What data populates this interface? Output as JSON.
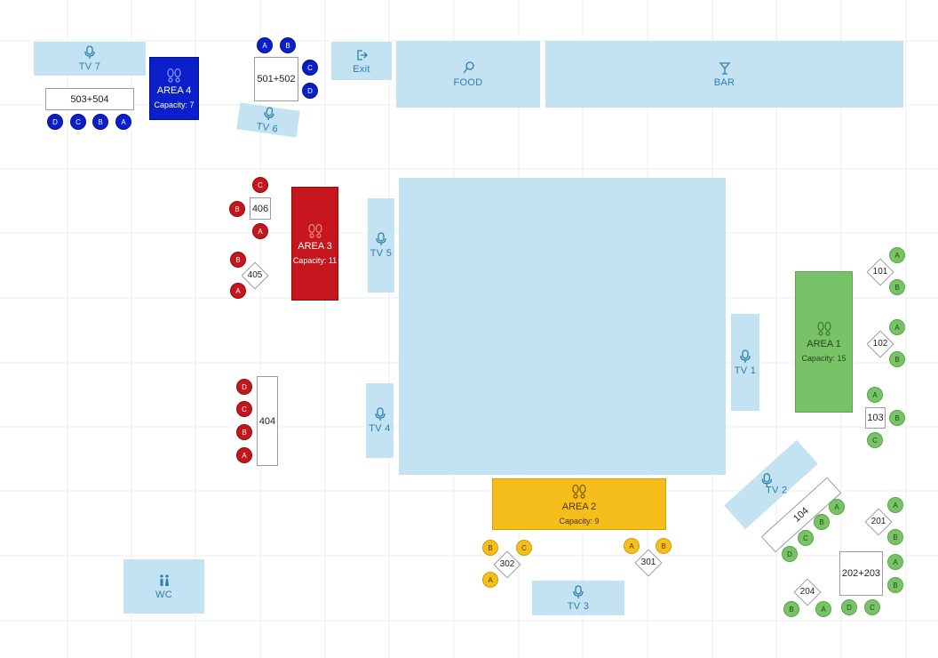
{
  "fixtures": {
    "tv7": "TV 7",
    "tv6": "TV 6",
    "tv5": "TV 5",
    "tv4": "TV 4",
    "tv1": "TV 1",
    "tv2": "TV 2",
    "tv3": "TV 3",
    "exit": "Exit",
    "food": "FOOD",
    "bar": "BAR",
    "wc": "WC"
  },
  "areas": {
    "a1": {
      "name": "AREA 1",
      "capacity": "Capacity: 15"
    },
    "a2": {
      "name": "AREA 2",
      "capacity": "Capacity: 9"
    },
    "a3": {
      "name": "AREA 3",
      "capacity": "Capacity: 11"
    },
    "a4": {
      "name": "AREA 4",
      "capacity": "Capacity: 7"
    }
  },
  "tables": {
    "t101": "101",
    "t102": "102",
    "t103": "103",
    "t104": "104",
    "t201": "201",
    "t202_203": "202+203",
    "t204": "204",
    "t301": "301",
    "t302": "302",
    "t404": "404",
    "t405": "405",
    "t406": "406",
    "t501_502": "501+502",
    "t503_504": "503+504"
  },
  "seat_letters": {
    "a": "A",
    "b": "B",
    "c": "C",
    "d": "D"
  },
  "colors": {
    "area1": "#78c267",
    "area2": "#f6be1a",
    "area3": "#c4161c",
    "area4": "#0a1fc9",
    "fixture": "#c3e3f2",
    "fixture_text": "#2a7fa8"
  }
}
